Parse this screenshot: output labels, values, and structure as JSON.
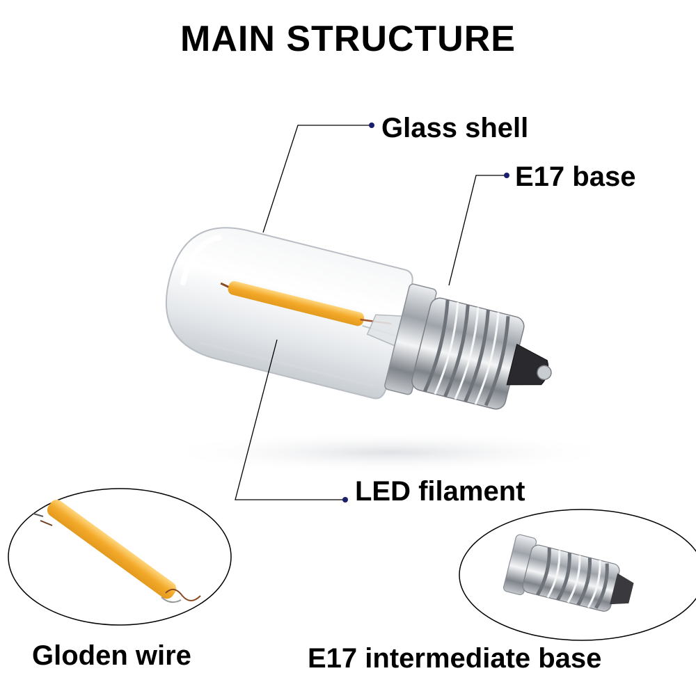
{
  "title": "MAIN STRUCTURE",
  "callouts": {
    "glass_shell": "Glass shell",
    "base": "E17 base",
    "filament": "LED filament"
  },
  "insets": {
    "wire": "Gloden wire",
    "intermediate_base": "E17 intermediate base"
  },
  "colors": {
    "text": "#000000",
    "dot": "#1a1f6b",
    "filament": "#f2b33c",
    "metal": "#b9bcc2",
    "glass": "#eef1f3"
  }
}
